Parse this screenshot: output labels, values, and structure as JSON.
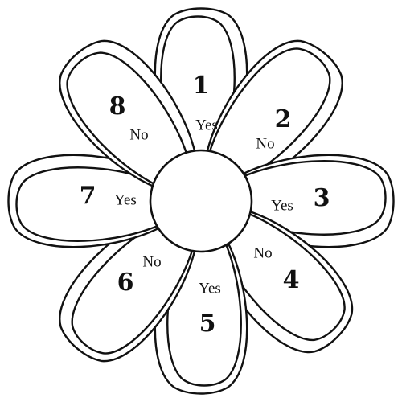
{
  "petals": [
    {
      "number": "1",
      "answer": "Yes"
    },
    {
      "number": "2",
      "answer": "No"
    },
    {
      "number": "3",
      "answer": "Yes"
    },
    {
      "number": "4",
      "answer": "No"
    },
    {
      "number": "5",
      "answer": "Yes"
    },
    {
      "number": "6",
      "answer": "No"
    },
    {
      "number": "7",
      "answer": "Yes"
    },
    {
      "number": "8",
      "answer": "No"
    }
  ],
  "colors": {
    "stroke": "#111111",
    "fill": "#ffffff",
    "background": "#ffffff"
  }
}
